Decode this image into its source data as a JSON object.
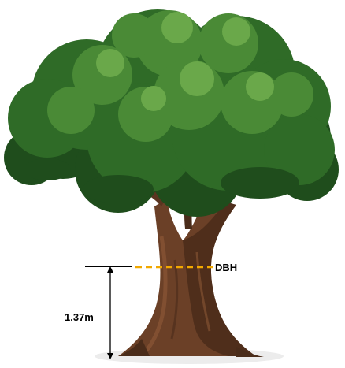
{
  "diagram": {
    "measure_label": "DBH",
    "height_label": "1.37m",
    "icon": "tree-illustration",
    "colors": {
      "background": "#ffffff",
      "foliage_dark": "#1f4d1c",
      "foliage_mid": "#2f6b27",
      "foliage_light": "#4a8a36",
      "foliage_highlight": "#6aa84a",
      "trunk_dark": "#4a2c1a",
      "trunk_mid": "#6b4027",
      "trunk_light": "#8a5636",
      "dbh_line": "#f2a900",
      "measure_line": "#000000",
      "ground_shadow": "#e6e6e6"
    }
  }
}
